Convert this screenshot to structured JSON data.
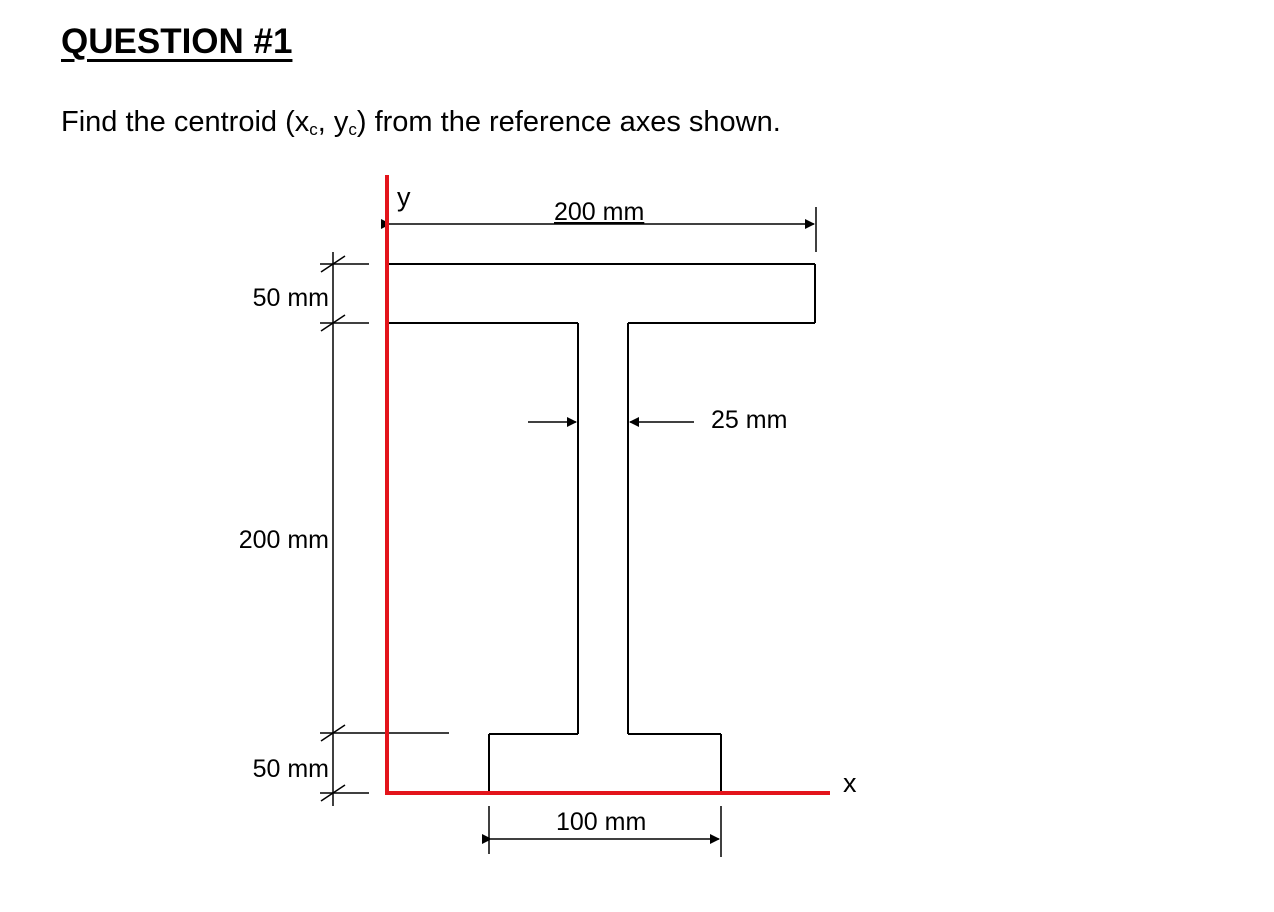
{
  "question": {
    "title": "QUESTION #1",
    "prompt_before": "Find the centroid (x",
    "sub_x": "c",
    "prompt_mid": ", y",
    "sub_y": "c",
    "prompt_after": ") from the reference axes shown."
  },
  "figure": {
    "axis_y_label": "y",
    "axis_x_label": "x",
    "dim_top_width": "200 mm",
    "dim_web_thickness": "25 mm",
    "dim_bottom_width": "100 mm",
    "dim_top_flange_height": "50 mm",
    "dim_web_height": "200 mm",
    "dim_bottom_flange_height": "50 mm",
    "axis_color": "#e3141b",
    "line_color": "#000000"
  }
}
